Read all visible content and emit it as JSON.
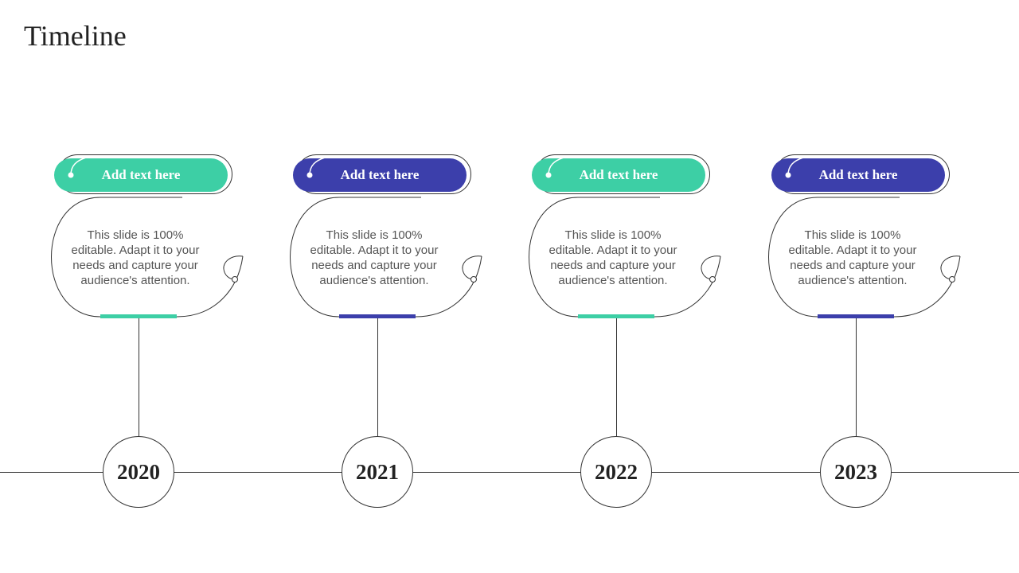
{
  "title": "Timeline",
  "colors": {
    "teal": "#3dcfa5",
    "indigo": "#3c3fab"
  },
  "milestones": [
    {
      "year": "2020",
      "heading": "Add text here",
      "body": "This slide is 100% editable. Adapt it to your needs and capture your audience's attention.",
      "color": "#3dcfa5"
    },
    {
      "year": "2021",
      "heading": "Add text here",
      "body": "This slide is 100% editable. Adapt it to your needs and capture your audience's attention.",
      "color": "#3c3fab"
    },
    {
      "year": "2022",
      "heading": "Add text here",
      "body": "This slide is 100% editable. Adapt it to your needs and capture your audience's attention.",
      "color": "#3dcfa5"
    },
    {
      "year": "2023",
      "heading": "Add text here",
      "body": "This slide is 100% editable. Adapt it to your needs and capture your audience's attention.",
      "color": "#3c3fab"
    }
  ]
}
